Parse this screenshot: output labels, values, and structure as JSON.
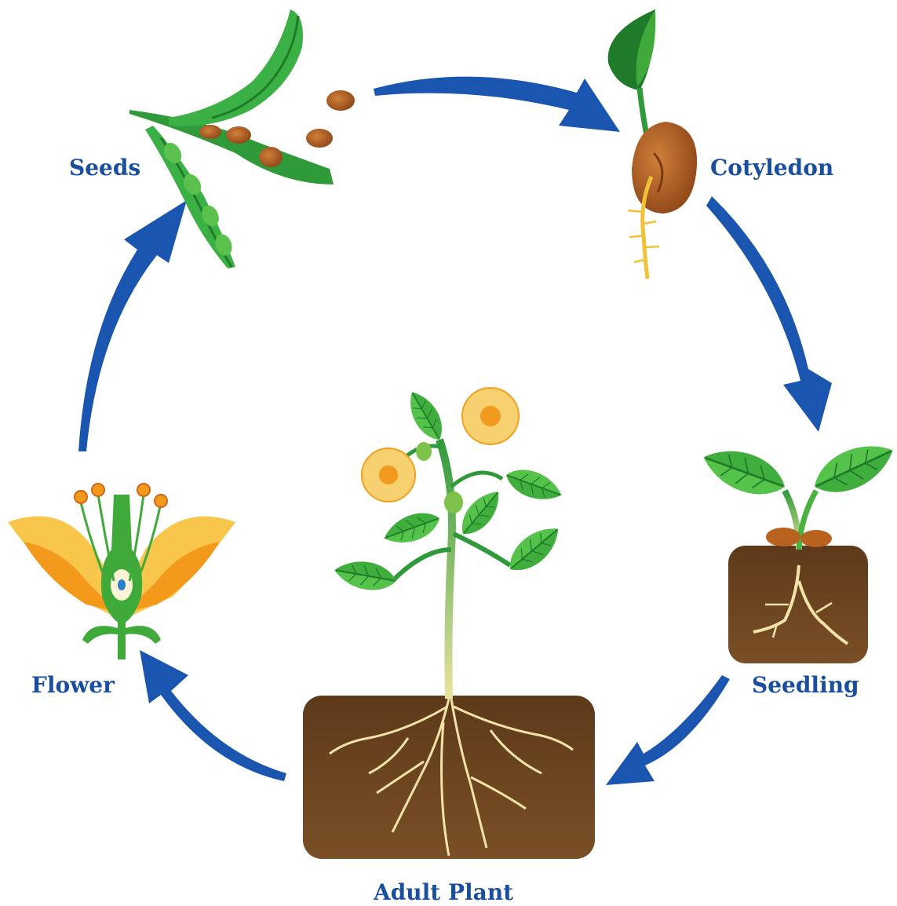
{
  "stages": [
    {
      "id": "seeds",
      "label": "Seeds"
    },
    {
      "id": "cotyledon",
      "label": "Cotyledon"
    },
    {
      "id": "seedling",
      "label": "Seedling"
    },
    {
      "id": "adult",
      "label": "Adult Plant"
    },
    {
      "id": "flower",
      "label": "Flower"
    }
  ],
  "colors": {
    "arrow": "#1a56b0",
    "label": "#1a4fa0",
    "leaf": "#3faa3a",
    "leaf_dark": "#1f7a2a",
    "soil": "#6b4420",
    "seed": "#a0521f",
    "petal": "#f7c64a",
    "petal_orange": "#f39a1d",
    "root": "#f2e3a8"
  },
  "icons": [
    "seed-pod-icon",
    "germinating-seed-icon",
    "seedling-icon",
    "adult-plant-icon",
    "flower-cross-section-icon"
  ]
}
